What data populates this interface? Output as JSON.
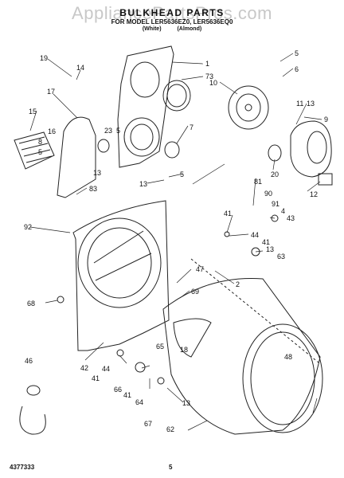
{
  "watermark": "AppliancePartsPros.com",
  "title": "BULKHEAD PARTS",
  "subtitle": "FOR MODEL LER5636EZ0, LER5636EQ0",
  "variants": "(White) (Almond)",
  "footer": {
    "doc_number": "4377333",
    "page": "5"
  },
  "callouts": [
    "1",
    "73",
    "10",
    "6",
    "5",
    "11",
    "13",
    "9",
    "20",
    "12",
    "19",
    "14",
    "17",
    "15",
    "16",
    "8",
    "5",
    "23",
    "5",
    "7",
    "13",
    "5",
    "13",
    "83",
    "92",
    "81",
    "90",
    "91",
    "4",
    "43",
    "41",
    "44",
    "41",
    "13",
    "63",
    "47",
    "2",
    "68",
    "69",
    "18",
    "48",
    "46",
    "42",
    "41",
    "44",
    "66",
    "41",
    "65",
    "64",
    "13",
    "67",
    "62"
  ]
}
